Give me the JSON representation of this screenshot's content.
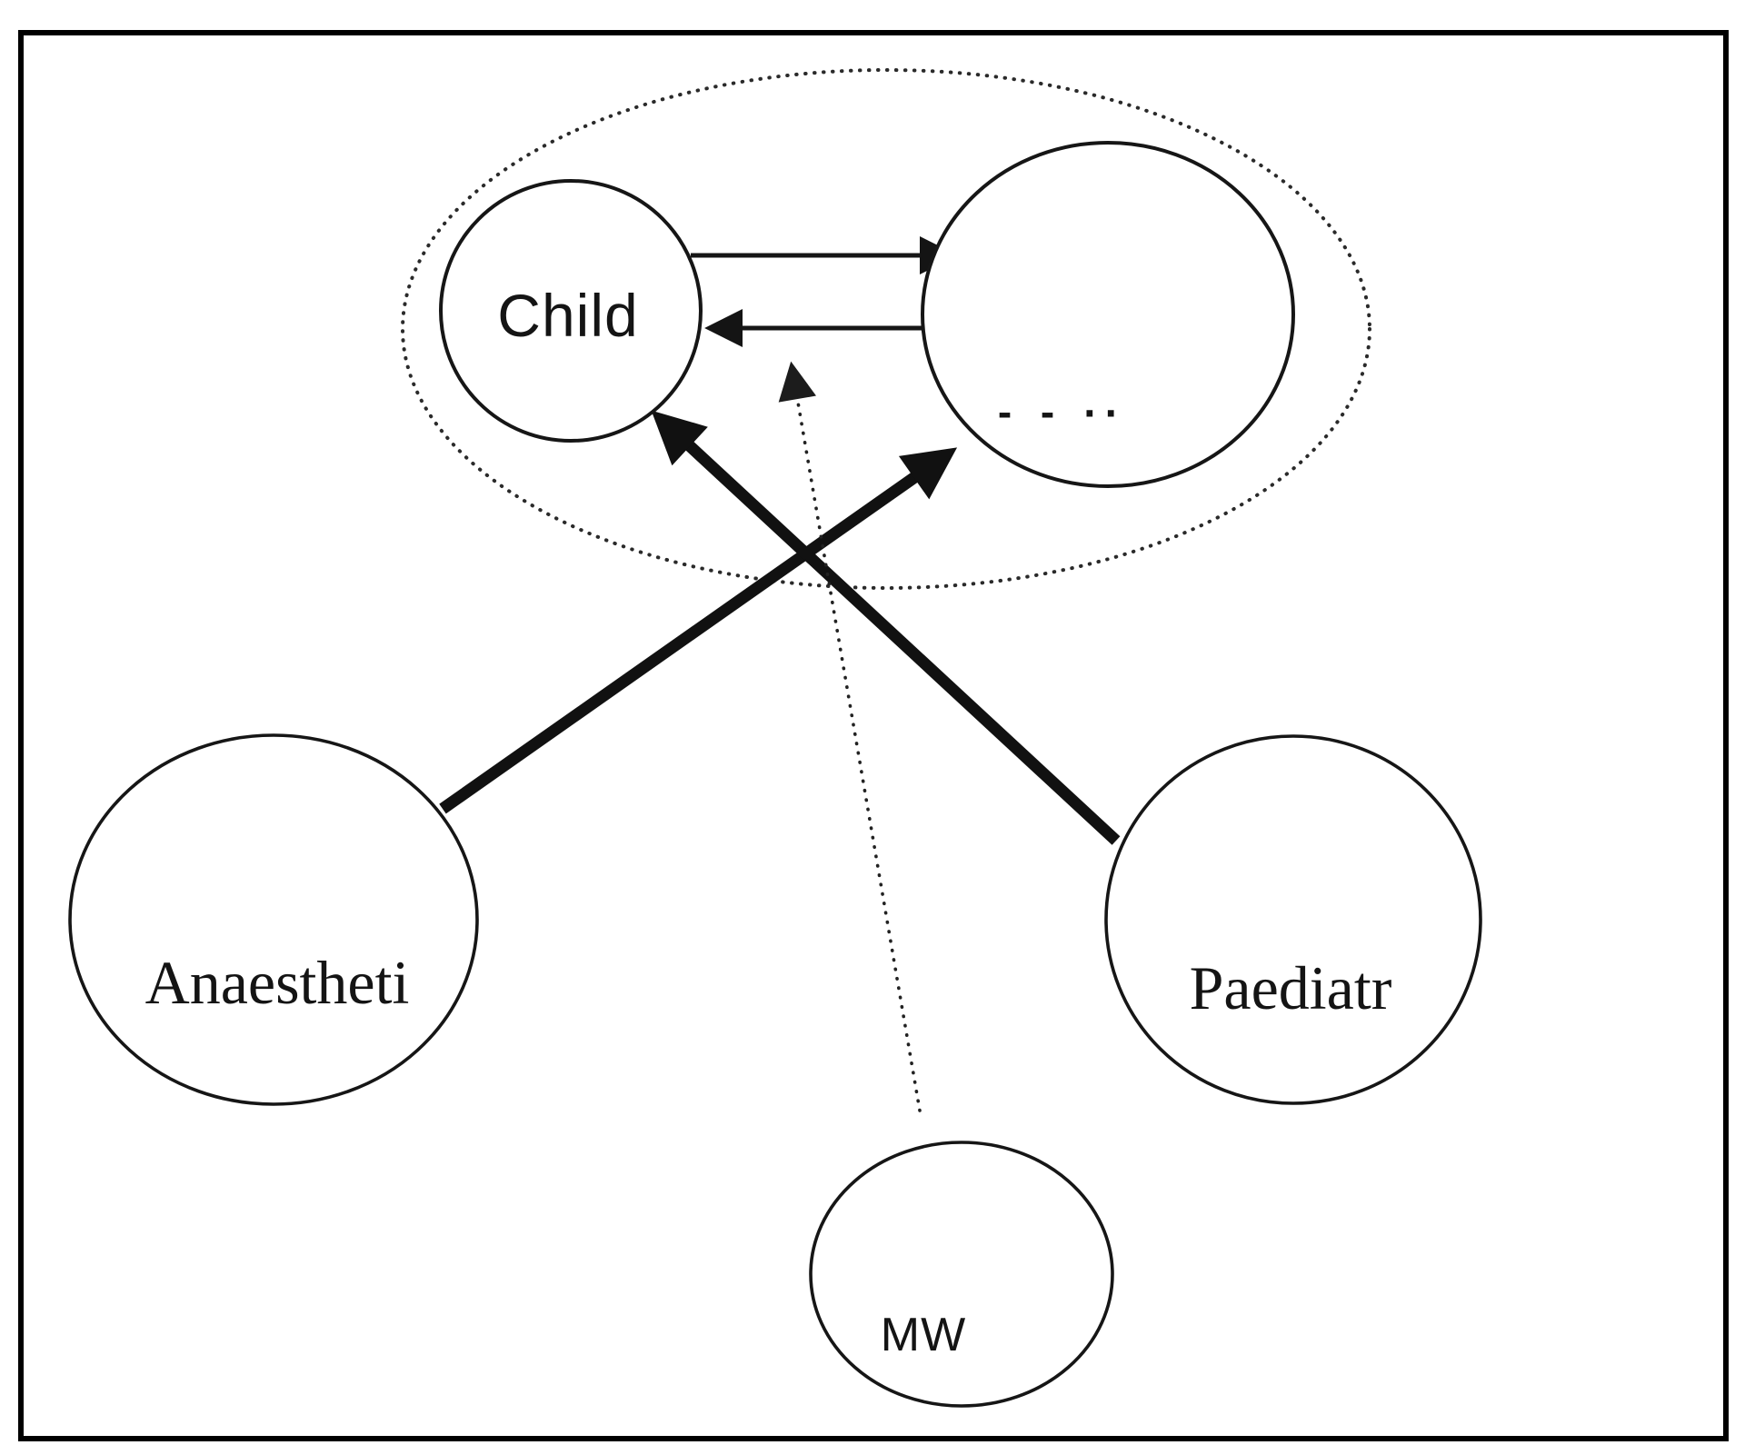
{
  "figure": {
    "type": "diagram",
    "background": "#ffffff",
    "ink_color": "#141414"
  },
  "nodes": {
    "child": {
      "label": "Child",
      "shape": "circle",
      "inside_dotted_group": true
    },
    "unlabeled": {
      "label": "- - ··",
      "shape": "circle",
      "inside_dotted_group": true
    },
    "anaesthetist": {
      "label": "Anaestheti",
      "shape": "circle",
      "inside_dotted_group": false
    },
    "paediatrician": {
      "label": "Paediatr",
      "shape": "circle",
      "inside_dotted_group": false
    },
    "midwife": {
      "label": "MW",
      "shape": "circle",
      "inside_dotted_group": false
    }
  },
  "groups": [
    {
      "id": "dotted-group",
      "style": "dotted-ellipse",
      "contains": [
        "child",
        "unlabeled"
      ]
    }
  ],
  "edges": [
    {
      "from": "child",
      "to": "unlabeled",
      "style": "solid-thin",
      "arrowhead": "end"
    },
    {
      "from": "unlabeled",
      "to": "child",
      "style": "solid-thin",
      "arrowhead": "end"
    },
    {
      "from": "anaesthetist",
      "to": "unlabeled",
      "style": "solid-thick",
      "arrowhead": "end"
    },
    {
      "from": "paediatrician",
      "to": "child",
      "style": "solid-thick",
      "arrowhead": "end"
    },
    {
      "from": "midwife",
      "to": "dotted-group",
      "style": "dotted",
      "arrowhead": "end"
    }
  ]
}
